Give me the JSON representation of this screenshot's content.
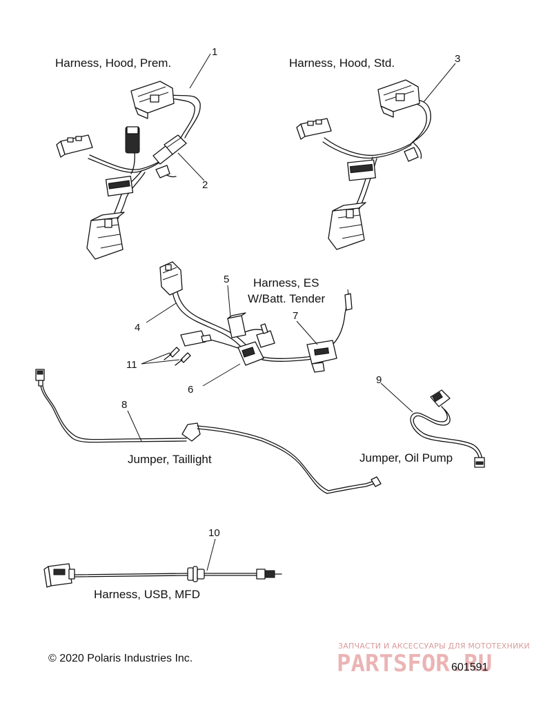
{
  "labels": {
    "hood_prem": "Harness, Hood, Prem.",
    "hood_std": "Harness, Hood, Std.",
    "es_line1": "Harness, ES",
    "es_line2": "W/Batt. Tender",
    "taillight": "Jumper, Taillight",
    "oil_pump": "Jumper, Oil Pump",
    "usb_mfd": "Harness, USB, MFD"
  },
  "callouts": [
    "1",
    "2",
    "3",
    "4",
    "5",
    "6",
    "7",
    "8",
    "9",
    "10",
    "11"
  ],
  "copyright": "© 2020 Polaris Industries Inc.",
  "figure_code": "601591",
  "watermark": {
    "tagline": "ЗАПЧАСТИ И АКСЕССУАРЫ ДЛЯ МОТОТЕХНИКИ",
    "brand": "PARTSFOR.RU"
  }
}
